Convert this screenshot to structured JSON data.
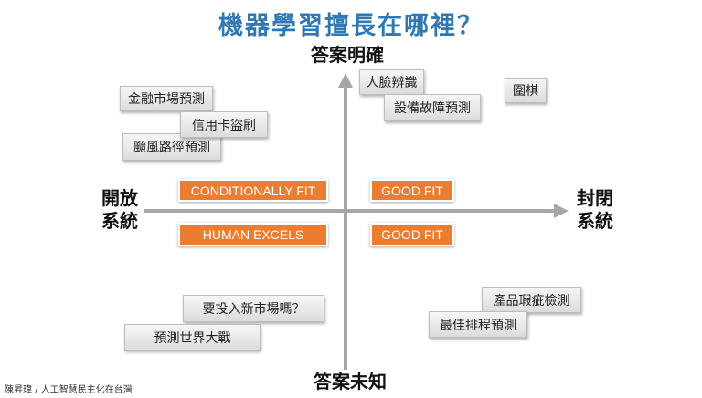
{
  "title": "機器學習擅長在哪裡？",
  "axes": {
    "top": "答案明確",
    "bottom": "答案未知",
    "left": "開放系統",
    "right": "封閉系統"
  },
  "quadrant_tags": {
    "top_left": "CONDITIONALLY FIT",
    "top_right": "GOOD FIT",
    "bottom_left": "HUMAN EXCELS",
    "bottom_right": "GOOD FIT"
  },
  "examples": [
    "金融市場預測",
    "信用卡盜刷",
    "颱風路徑預測",
    "人臉辨識",
    "設備故障預測",
    "圍棋",
    "要投入新市場嗎？",
    "預測世界大戰",
    "產品瑕疵檢測",
    "最佳排程預測"
  ],
  "footer": "陳昇瑋 / 人工智慧民主化在台灣",
  "colors": {
    "title": "#2f78b4",
    "tag": "#ea7d2f",
    "axis": "#aaa5a5"
  }
}
